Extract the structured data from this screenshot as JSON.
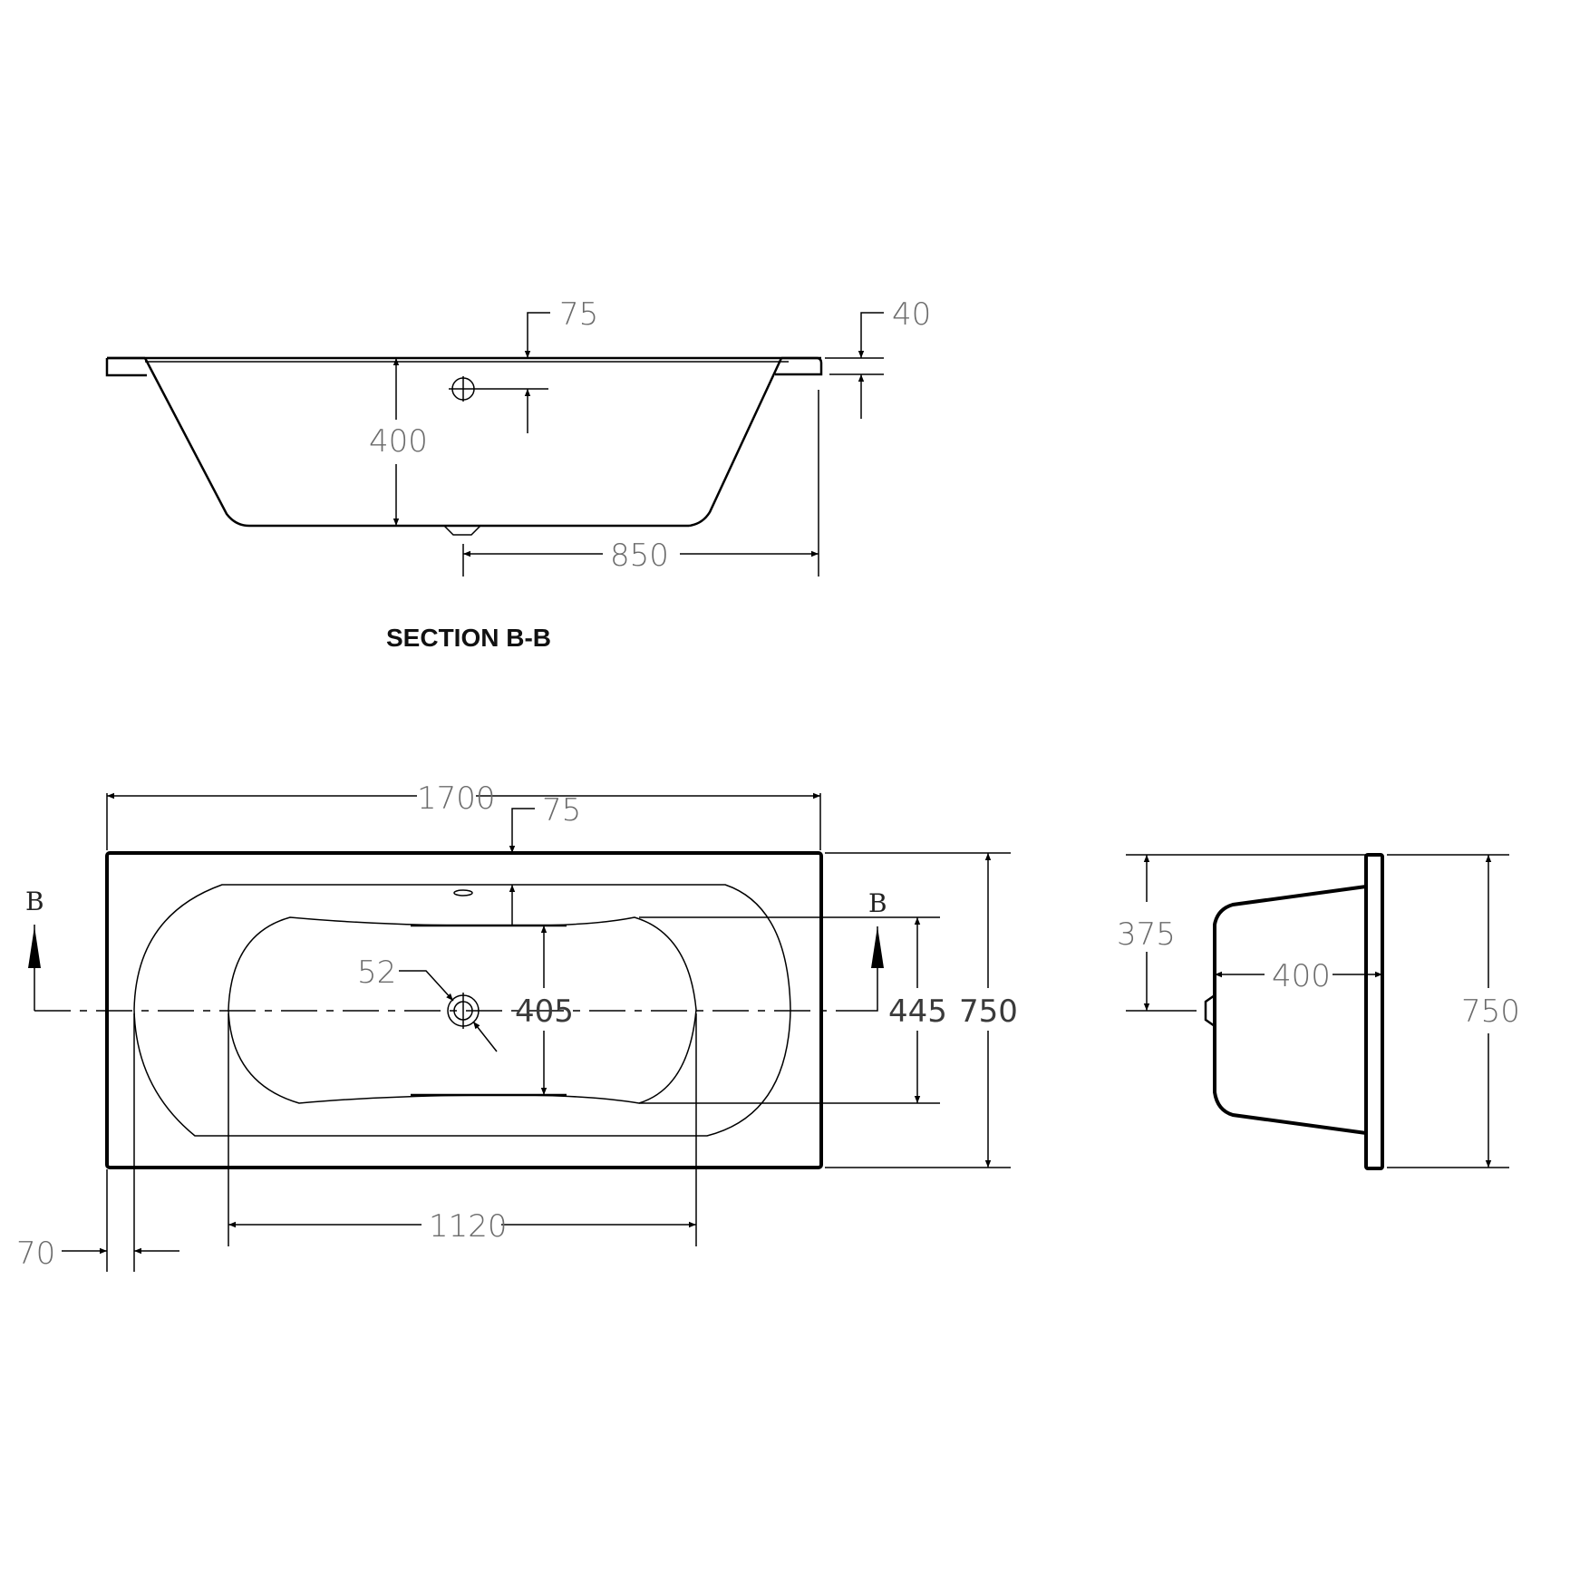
{
  "section_view": {
    "title": "SECTION B-B",
    "dims": {
      "overflow_offset": "75",
      "rim_thickness": "40",
      "depth": "400",
      "waste_to_end": "850"
    }
  },
  "plan_view": {
    "section_marker_left": "B",
    "section_marker_right": "B",
    "dims": {
      "overall_length": "1700",
      "overflow_offset": "75",
      "waste_diameter": "52",
      "inner_width": "405",
      "bowl_width": "445",
      "overall_width": "750",
      "inner_length": "1120",
      "rim_offset": "70"
    }
  },
  "end_view": {
    "dims": {
      "half_width": "375",
      "depth": "400",
      "overall_width": "750"
    }
  }
}
